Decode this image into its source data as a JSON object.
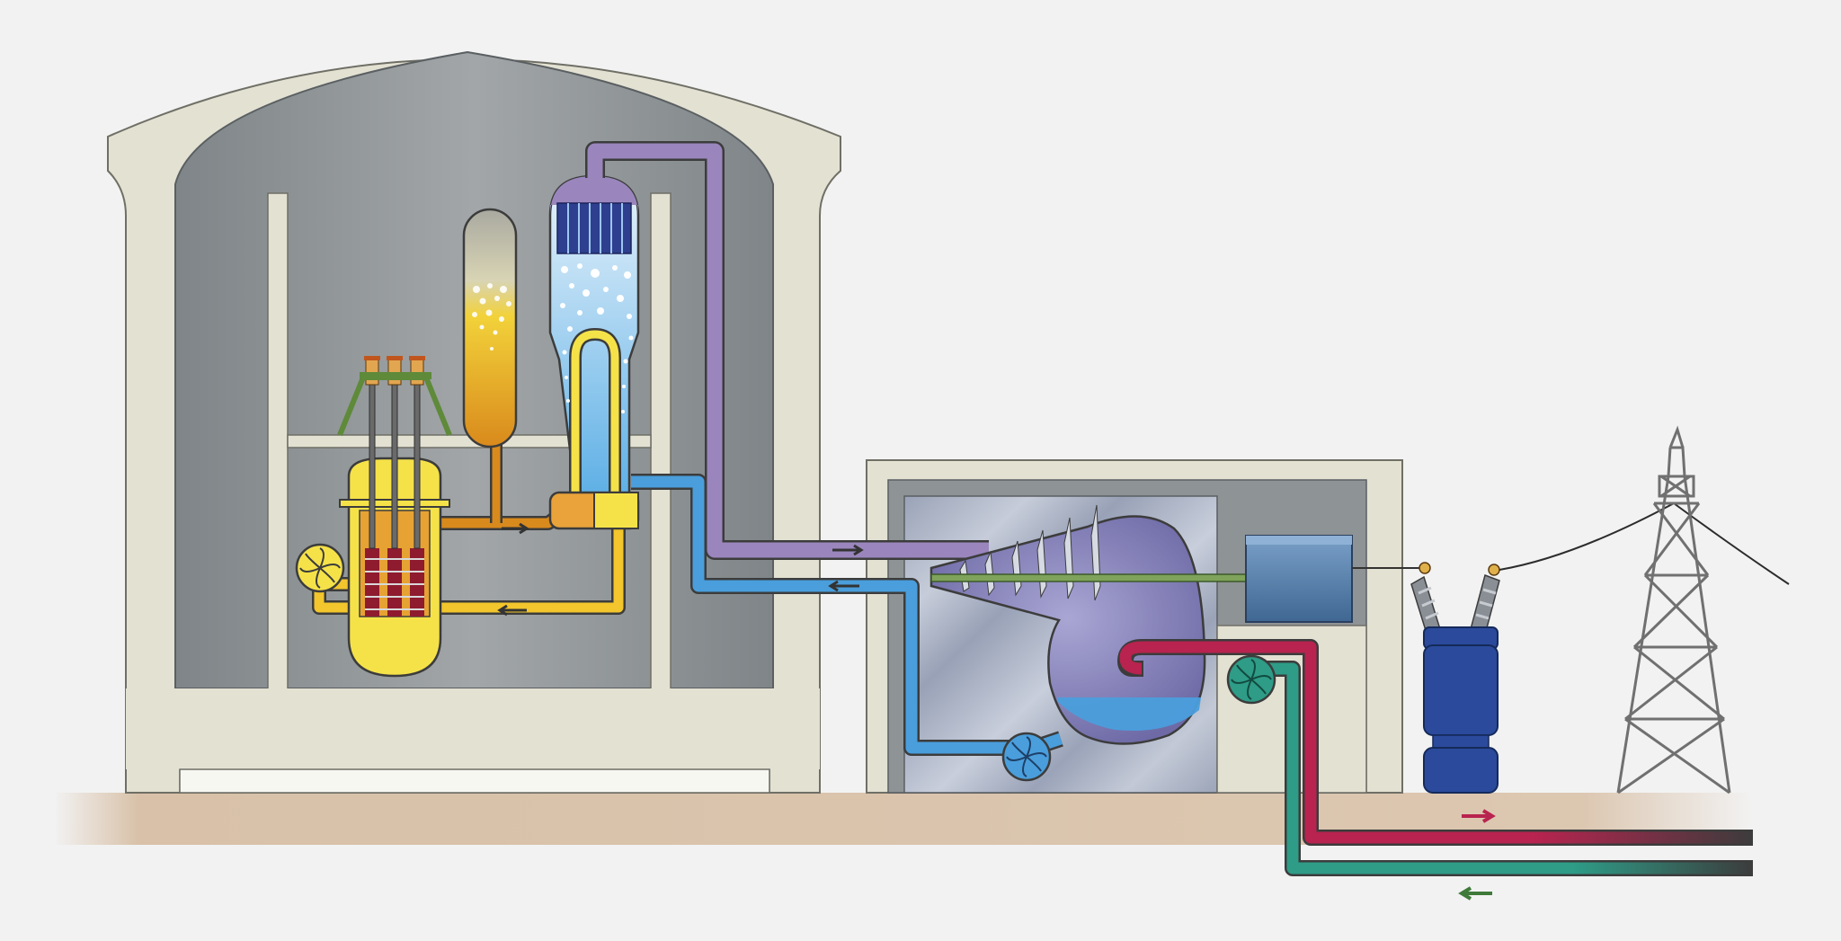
{
  "diagram": {
    "kind": "pressurized water reactor power plant",
    "components": [
      {
        "id": "containment-building",
        "icon": "dome-building-icon"
      },
      {
        "id": "reactor-vessel",
        "icon": "reactor-core-icon"
      },
      {
        "id": "control-rods",
        "icon": "control-rod-icon"
      },
      {
        "id": "pressurizer",
        "icon": "pressurizer-tank-icon"
      },
      {
        "id": "steam-generator",
        "icon": "steam-generator-icon"
      },
      {
        "id": "reactor-coolant-pump",
        "icon": "pump-icon"
      },
      {
        "id": "turbine-building",
        "icon": "building-icon"
      },
      {
        "id": "steam-turbine",
        "icon": "turbine-icon"
      },
      {
        "id": "condenser",
        "icon": "condenser-icon"
      },
      {
        "id": "condensate-pump",
        "icon": "pump-icon"
      },
      {
        "id": "cooling-water-pump",
        "icon": "pump-icon"
      },
      {
        "id": "generator",
        "icon": "generator-icon"
      },
      {
        "id": "transformer",
        "icon": "transformer-icon"
      },
      {
        "id": "transmission-tower",
        "icon": "pylon-icon"
      }
    ],
    "loops": [
      {
        "id": "primary-coolant-loop",
        "color": "#f2c62c"
      },
      {
        "id": "hot-leg",
        "color": "#d98a1c"
      },
      {
        "id": "steam-line",
        "color": "#9a86bd"
      },
      {
        "id": "feedwater-line",
        "color": "#4a9edc"
      },
      {
        "id": "cooling-water-out",
        "color": "#b8234f"
      },
      {
        "id": "cooling-water-in",
        "color": "#2e9c87"
      }
    ],
    "colors": {
      "background": "#f2f2f2",
      "building": "#e3e1d2",
      "building_interior": "#8e9396",
      "ground": "#d6bfa6",
      "shaft": "#7fa35a",
      "transformer": "#2b4a9b",
      "tower": "#707070"
    }
  }
}
